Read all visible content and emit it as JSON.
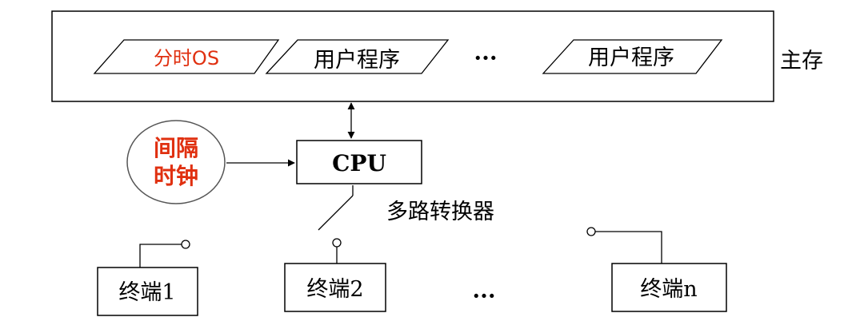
{
  "memory": {
    "label": "主存",
    "programs": [
      {
        "label": "分时OS",
        "color": "#e03010"
      },
      {
        "label": "用户程序",
        "color": "#000000"
      },
      {
        "label": "用户程序",
        "color": "#000000"
      }
    ],
    "ellipsis": "···"
  },
  "timer": {
    "line1": "间隔",
    "line2": "时钟",
    "color": "#e03010"
  },
  "cpu": {
    "label": "CPU"
  },
  "mux": {
    "label": "多路转换器"
  },
  "terminals": [
    {
      "label": "终端1"
    },
    {
      "label": "终端2"
    },
    {
      "label": "终端n"
    }
  ],
  "terminals_ellipsis": "···"
}
